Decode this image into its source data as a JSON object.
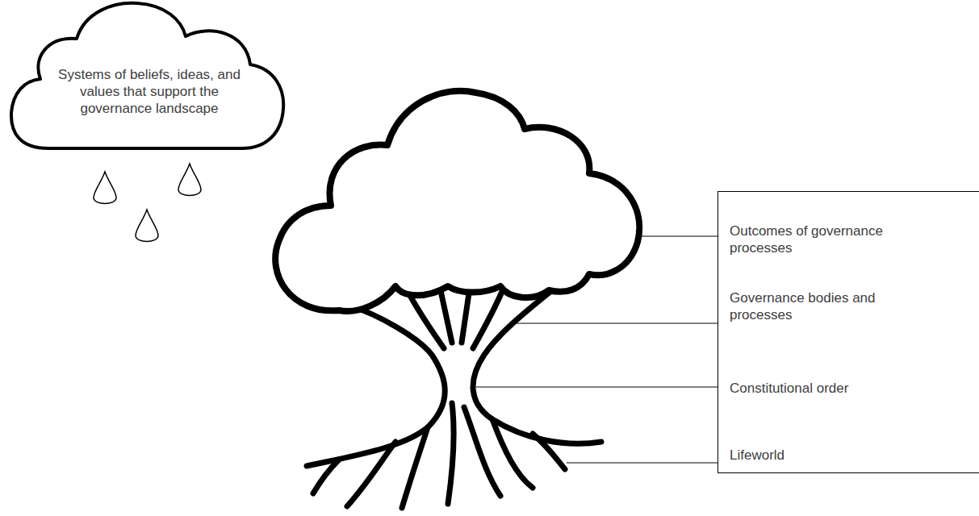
{
  "diagram": {
    "nodes": [
      {
        "text": [
          "Systems of beliefs, ideas, and values that support the governance landscape"
        ]
      },
      {
        "text": [
          "Outcomes of governance processes",
          "Governance bodies and processes",
          "Constitutional order",
          "Lifeworld"
        ]
      }
    ]
  }
}
